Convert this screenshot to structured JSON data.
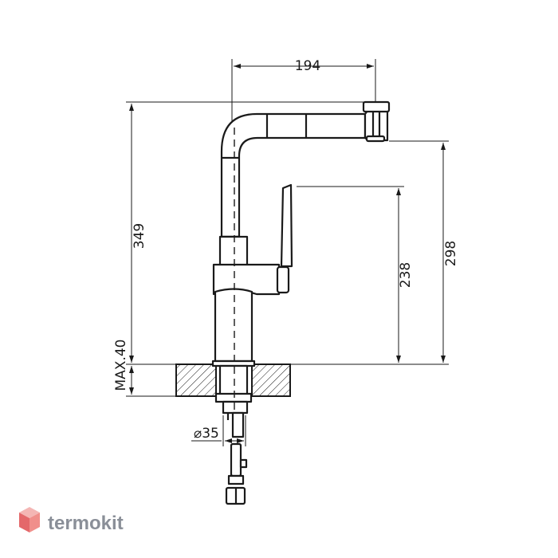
{
  "dimensions": {
    "spout_reach": "194",
    "total_height": "349",
    "spout_height": "298",
    "handle_height": "238",
    "max_deck_thickness": "MAX.40",
    "shank_diameter": "⌀35"
  },
  "brand": {
    "name": "termokit",
    "colors": {
      "cube_top": "#f4b6b4",
      "cube_left": "#e4686a",
      "cube_right": "#f08f8b",
      "text": "#8a8f98"
    }
  }
}
